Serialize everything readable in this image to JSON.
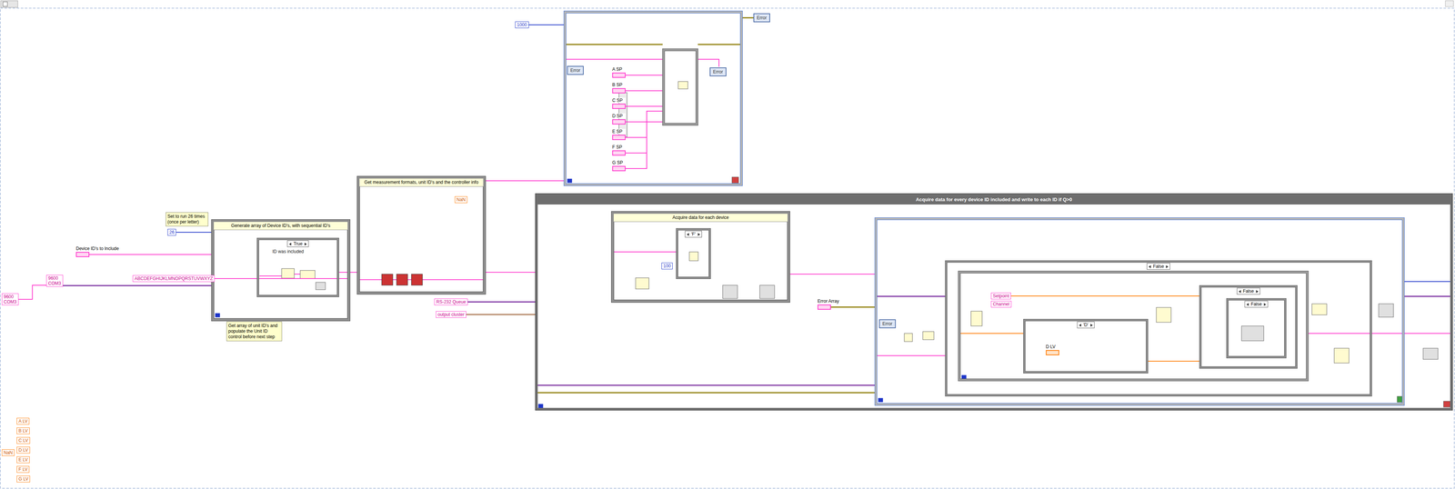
{
  "diagram": {
    "nodes": [
      {
        "text": [
          "Set to run 26 times (once per letter)"
        ]
      },
      {
        "text": [
          "26"
        ]
      },
      {
        "text": [
          "Device ID's to Include"
        ]
      },
      {
        "text": [
          "9600",
          "COM3"
        ]
      },
      {
        "text": [
          "9600",
          "COM3"
        ]
      },
      {
        "text": [
          "Generate array of Device ID's, with sequential ID's"
        ]
      },
      {
        "text": [
          "True"
        ],
        "in": 5
      },
      {
        "text": [
          "ID was included"
        ],
        "in": 6
      },
      {
        "text": [
          "ABCDEFGHIJKLMNOPQRSTUVWXYZ"
        ]
      },
      {
        "text": [
          "Get array of unit ID's and populate the Unit ID control before next step"
        ]
      },
      {
        "text": [
          "Get measurement formats, unit ID's and the controller info"
        ]
      },
      {
        "text": [
          "NaN"
        ],
        "in": 10
      },
      {
        "text": [
          "1000"
        ]
      },
      {
        "text": []
      },
      {
        "text": [
          "Error"
        ],
        "in": 13
      },
      {
        "text": [
          "A SP"
        ],
        "in": 13
      },
      {
        "text": [
          "B SP"
        ],
        "in": 13
      },
      {
        "text": [
          "C SP"
        ],
        "in": 13
      },
      {
        "text": [
          "D SP"
        ],
        "in": 13
      },
      {
        "text": [
          "E SP"
        ],
        "in": 13
      },
      {
        "text": [
          "F SP"
        ],
        "in": 13
      },
      {
        "text": [
          "G SP"
        ],
        "in": 13
      },
      {
        "text": [],
        "in": 13
      },
      {
        "text": [
          "Error"
        ],
        "in": 13
      },
      {
        "text": [
          "RS-232 Queue"
        ]
      },
      {
        "text": [
          "output cluster"
        ]
      },
      {
        "text": [
          "Acquire data for every device ID included and write to each ID if Q>0"
        ]
      },
      {
        "text": [
          "Acquire data for each device"
        ],
        "in": 26
      },
      {
        "text": [
          "'F'"
        ],
        "in": 27
      },
      {
        "text": [
          "100"
        ],
        "in": 27
      },
      {
        "text": [
          "Error Array"
        ],
        "in": 26
      },
      {
        "text": [],
        "in": 26
      },
      {
        "text": [
          "Error"
        ],
        "in": 31
      },
      {
        "text": [
          "False"
        ],
        "in": 31
      },
      {
        "text": [],
        "in": 33
      },
      {
        "text": [
          "Setpoint"
        ],
        "in": 34
      },
      {
        "text": [
          "Channel"
        ],
        "in": 34
      },
      {
        "text": [
          "'D'"
        ],
        "in": 34
      },
      {
        "text": [
          "D LV"
        ],
        "in": 37
      },
      {
        "text": [
          "False"
        ],
        "in": 34
      },
      {
        "text": [
          "False"
        ],
        "in": 39
      },
      {
        "text": [
          "NaN"
        ]
      },
      {
        "text": [
          "A LV"
        ]
      },
      {
        "text": [
          "B LV"
        ]
      },
      {
        "text": [
          "C LV"
        ]
      },
      {
        "text": [
          "D LV"
        ]
      },
      {
        "text": [
          "E LV"
        ]
      },
      {
        "text": [
          "F LV"
        ]
      },
      {
        "text": [
          "G LV"
        ]
      },
      {
        "text": [
          "Error"
        ]
      }
    ],
    "edges": [
      {
        "from": 3,
        "to": 4,
        "arrow": "none"
      },
      {
        "from": 4,
        "to": 5,
        "arrow": "none"
      },
      {
        "from": 8,
        "to": 5,
        "arrow": "none"
      },
      {
        "from": 2,
        "to": 5,
        "arrow": "none"
      },
      {
        "from": 1,
        "to": 5,
        "arrow": "none"
      },
      {
        "from": 5,
        "to": 10,
        "arrow": "none"
      },
      {
        "from": 10,
        "to": 26,
        "arrow": "none"
      },
      {
        "from": 24,
        "to": 26,
        "arrow": "none"
      },
      {
        "from": 25,
        "to": 26,
        "arrow": "none"
      },
      {
        "from": 12,
        "to": 13,
        "arrow": "none"
      },
      {
        "from": 15,
        "to": 22,
        "arrow": "none"
      },
      {
        "from": 16,
        "to": 22,
        "arrow": "none"
      },
      {
        "from": 17,
        "to": 22,
        "arrow": "none"
      },
      {
        "from": 18,
        "to": 22,
        "arrow": "none"
      },
      {
        "from": 19,
        "to": 22,
        "arrow": "none"
      },
      {
        "from": 20,
        "to": 22,
        "arrow": "none"
      },
      {
        "from": 21,
        "to": 22,
        "arrow": "none"
      },
      {
        "from": 27,
        "to": 31,
        "arrow": "none"
      },
      {
        "from": 30,
        "to": 31,
        "arrow": "none"
      },
      {
        "from": 35,
        "to": 39,
        "arrow": "none"
      },
      {
        "from": 37,
        "to": 39,
        "arrow": "none"
      },
      {
        "from": 10,
        "to": 13,
        "arrow": "none"
      },
      {
        "from": 13,
        "to": 49,
        "arrow": "none"
      }
    ]
  }
}
